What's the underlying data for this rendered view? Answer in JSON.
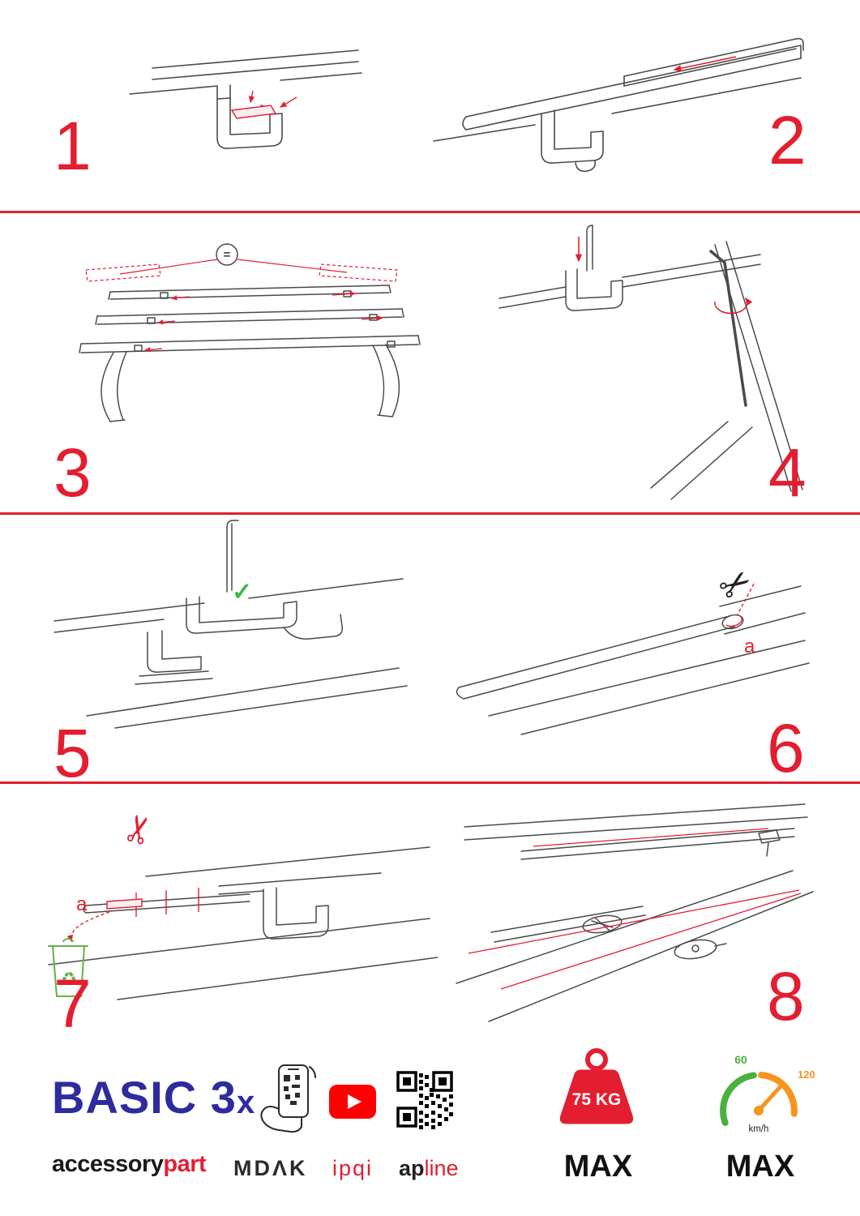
{
  "steps": [
    {
      "number": "1"
    },
    {
      "number": "2"
    },
    {
      "number": "3"
    },
    {
      "number": "4"
    },
    {
      "number": "5"
    },
    {
      "number": "6"
    },
    {
      "number": "7"
    },
    {
      "number": "8"
    }
  ],
  "annotations": {
    "equal_sign": "=",
    "check_mark": "✓",
    "cut_label_step6": "a",
    "cut_label_step7": "a"
  },
  "icons": {
    "scissors": "✂",
    "recycle": "♻"
  },
  "footer": {
    "brand_name": "BASIC 3",
    "brand_suffix": "x",
    "brand_sub_black": "accessory",
    "brand_sub_red": "part",
    "partner_mdak": "MDΛK",
    "partner_ipqi": "ipqi",
    "partner_ap": "ap",
    "partner_line": "line",
    "weight_value": "75 KG",
    "weight_max_label": "MAX",
    "speed_min": "60",
    "speed_max_value": "120",
    "speed_unit": "km/h",
    "speed_max_label": "MAX"
  },
  "colors": {
    "accent_red": "#e31e30",
    "brand_blue": "#2e2b9e",
    "check_green": "#3cb54a",
    "recycle_green": "#63b345",
    "speed_green": "#4caf3f",
    "speed_orange": "#f7941d",
    "youtube_red": "#ff0000"
  }
}
